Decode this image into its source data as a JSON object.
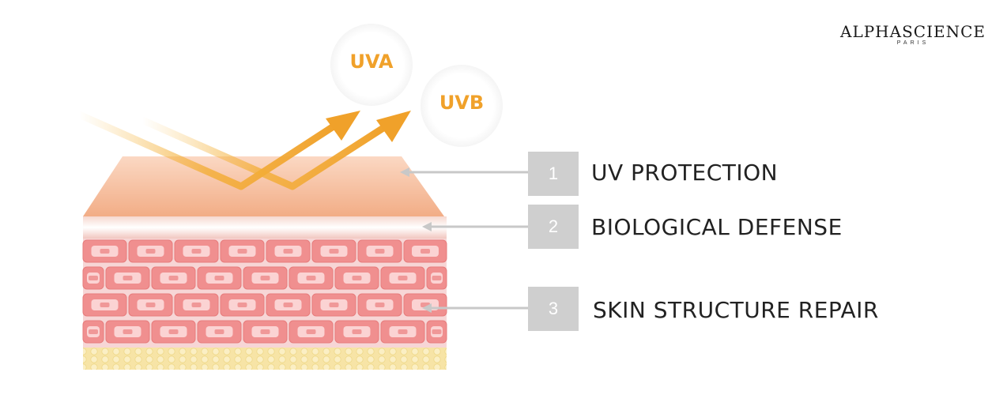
{
  "brand": {
    "name": "ALPHASCIENCE",
    "sub": "PARIS"
  },
  "uv": {
    "uva": "UVA",
    "uvb": "UVB"
  },
  "items": [
    {
      "number": "1",
      "label": "UV PROTECTION"
    },
    {
      "number": "2",
      "label": "BIOLOGICAL DEFENSE"
    },
    {
      "number": "3",
      "label": "SKIN STRUCTURE REPAIR"
    }
  ],
  "colors": {
    "accent": "#f0a12a",
    "top_layer": "#f3b48f",
    "cell_fill": "#f08c8c",
    "fat_layer": "#f7e2a0",
    "number_box": "#cfcfcf",
    "label_text": "#222222"
  }
}
